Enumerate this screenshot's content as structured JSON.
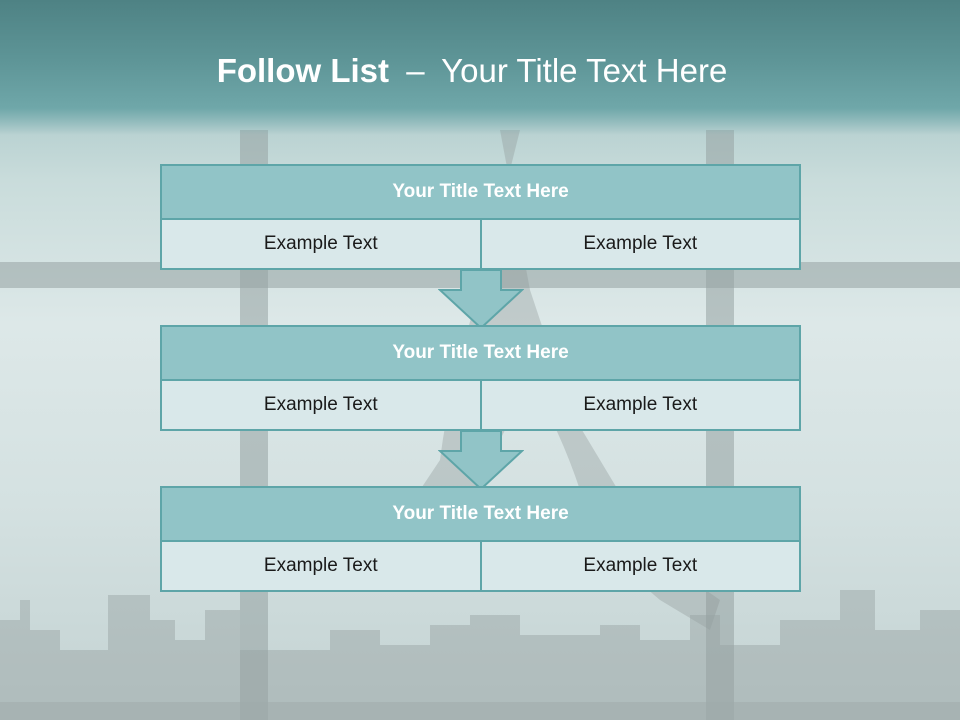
{
  "slide": {
    "title_bold": "Follow List",
    "title_dash": "–",
    "title_rest": "Your Title Text Here"
  },
  "blocks": [
    {
      "title": "Your Title Text Here",
      "cells": [
        "Example Text",
        "Example Text"
      ]
    },
    {
      "title": "Your Title Text Here",
      "cells": [
        "Example Text",
        "Example Text"
      ]
    },
    {
      "title": "Your Title Text Here",
      "cells": [
        "Example Text",
        "Example Text"
      ]
    }
  ],
  "colors": {
    "header_band": "#5e9597",
    "block_header": "#91c4c7",
    "block_border": "#5ea5a8",
    "block_row": "#d9e8ea"
  },
  "icons": [
    "down-arrow-icon",
    "down-arrow-icon"
  ]
}
